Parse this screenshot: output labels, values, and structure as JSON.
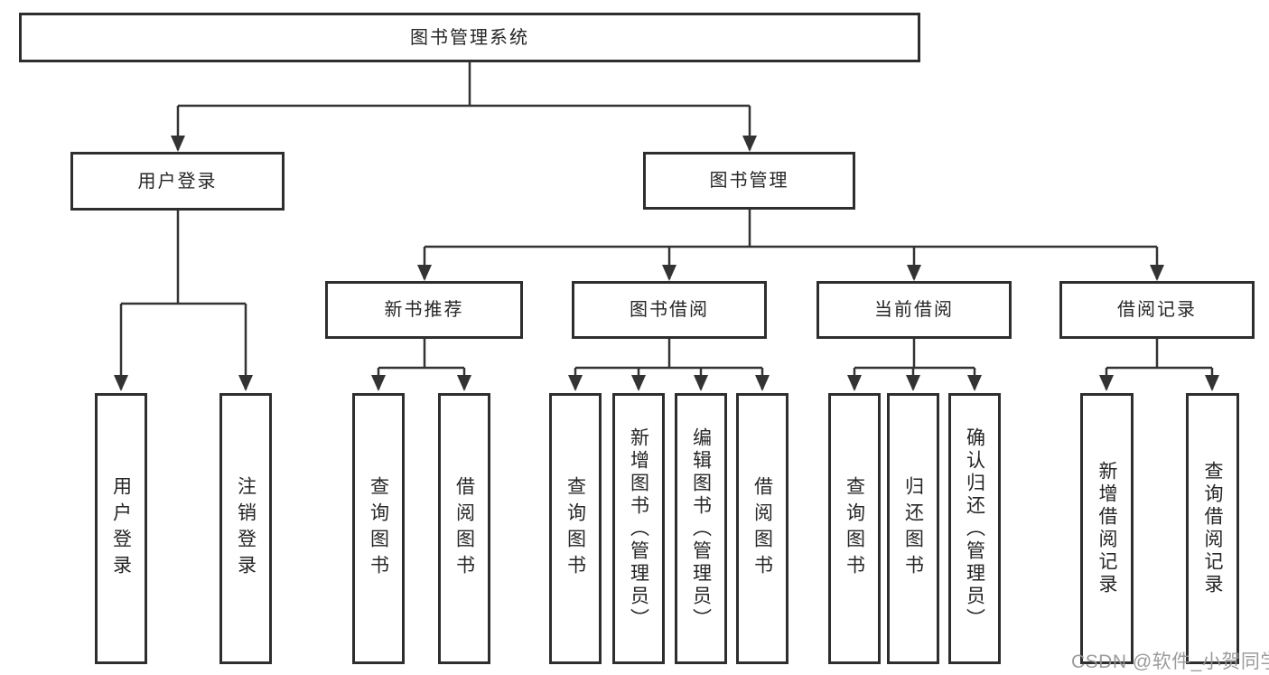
{
  "diagram": {
    "title": "图书管理系统",
    "root": {
      "label": "图书管理系统"
    },
    "level2": [
      {
        "label": "用户登录"
      },
      {
        "label": "图书管理"
      }
    ],
    "level3": [
      {
        "label": "新书推荐"
      },
      {
        "label": "图书借阅"
      },
      {
        "label": "当前借阅"
      },
      {
        "label": "借阅记录"
      }
    ],
    "leaves": {
      "user_login": [
        {
          "label": "用户登录"
        },
        {
          "label": "注销登录"
        }
      ],
      "new_book": [
        {
          "label": "查询图书"
        },
        {
          "label": "借阅图书"
        }
      ],
      "book_borrow": [
        {
          "label": "查询图书"
        },
        {
          "label": "新增图书（管理员）"
        },
        {
          "label": "编辑图书（管理员）"
        },
        {
          "label": "借阅图书"
        }
      ],
      "current_borrow": [
        {
          "label": "查询图书"
        },
        {
          "label": "归还图书"
        },
        {
          "label": "确认归还（管理员）"
        }
      ],
      "borrow_records": [
        {
          "label": "新增借阅记录"
        },
        {
          "label": "查询借阅记录"
        }
      ]
    },
    "line_color": "#333333",
    "border_color": "#2e2e2e"
  },
  "watermark": {
    "text": "CSDN @软件_小贺同学",
    "color": "#949494"
  }
}
